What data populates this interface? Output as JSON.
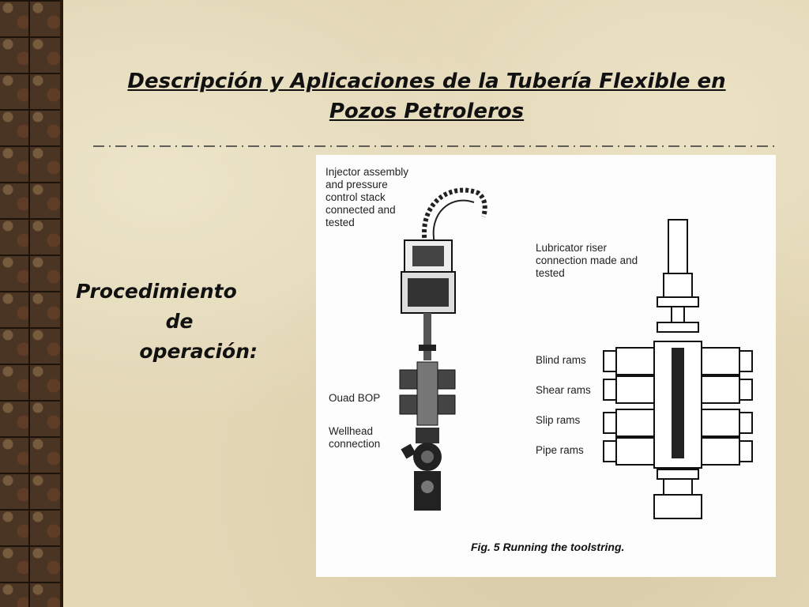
{
  "slide": {
    "title_line1": "Descripción y Aplicaciones de la Tubería Flexible en",
    "title_line2": "Pozos Petroleros",
    "section_line1": "Procedimiento",
    "section_line2": "de",
    "section_line3": "operación:"
  },
  "figure": {
    "label_injector": "Injector assembly\nand pressure\ncontrol stack\nconnected and\ntested",
    "label_lubricator": "Lubricator riser\nconnection made and\ntested",
    "label_quad_bop": "Ouad BOP",
    "label_wellhead": "Wellhead\nconnection",
    "label_blind": "Blind rams",
    "label_shear": "Shear rams",
    "label_slip": "Slip rams",
    "label_pipe": "Pipe rams",
    "caption": "Fig. 5  Running the toolstring."
  }
}
